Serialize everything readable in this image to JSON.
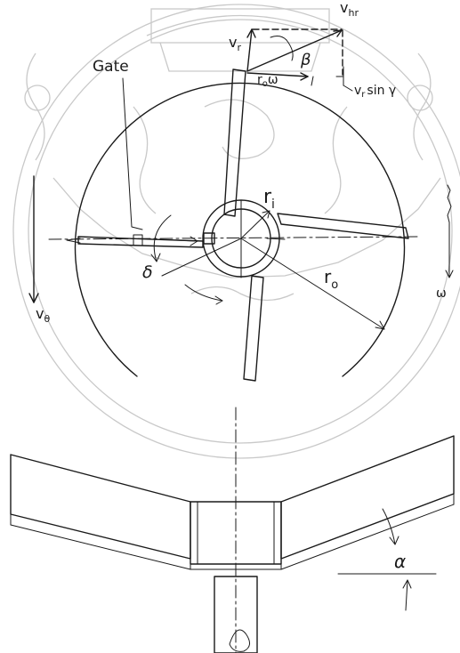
{
  "labels": {
    "gate": "Gate",
    "v_r": "v",
    "v_r_sub": "r",
    "v_hr": "v",
    "v_hr_sub": "hr",
    "beta": "β",
    "r0_omega": "r",
    "r0_omega_sub": "o",
    "r0_omega_tail": "ω",
    "vr_sin": "v",
    "vr_sin_sub": "r",
    "vr_sin_tail": "sin γ",
    "r_i": "r",
    "r_i_sub": "i",
    "r_o": "r",
    "r_o_sub": "o",
    "delta": "δ",
    "v_theta": "v",
    "v_theta_sub": "θ",
    "omega": "ω",
    "alpha": "α"
  },
  "colors": {
    "ink": "#1a1a1a",
    "watermark": "#c9c9c9",
    "background": "#ffffff"
  }
}
